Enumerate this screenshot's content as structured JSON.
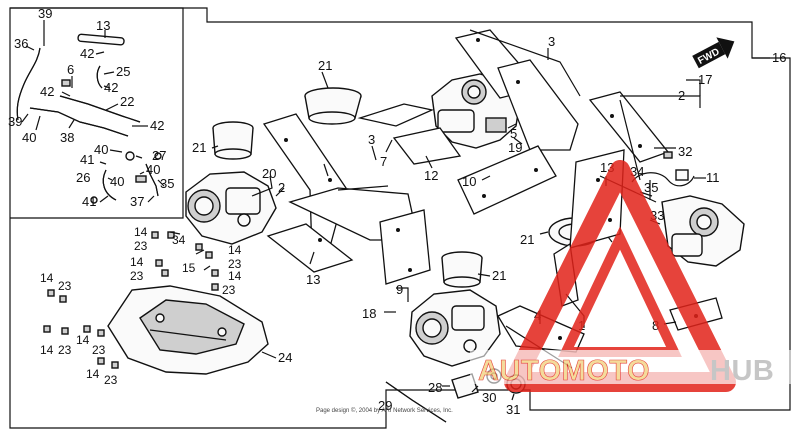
{
  "diagram": {
    "direction_marker": "FWD",
    "copyright": "Page design ©, 2004 by ARI Network Services, Inc.",
    "callouts": [
      "1",
      "2",
      "3",
      "4",
      "5",
      "6",
      "7",
      "8",
      "9",
      "10",
      "11",
      "12",
      "13",
      "14",
      "15",
      "16",
      "17",
      "18",
      "19",
      "20",
      "21",
      "22",
      "23",
      "24",
      "25",
      "26",
      "27",
      "28",
      "29",
      "30",
      "31",
      "32",
      "33",
      "34",
      "35",
      "36",
      "37",
      "38",
      "39",
      "40",
      "41",
      "42"
    ]
  },
  "watermark": {
    "text_a": "AUTOMOTO",
    "text_b": "HUB",
    "color_red": "#e2231a",
    "color_grey": "#bdbdbd",
    "color_yellow": "#f3d58a"
  }
}
